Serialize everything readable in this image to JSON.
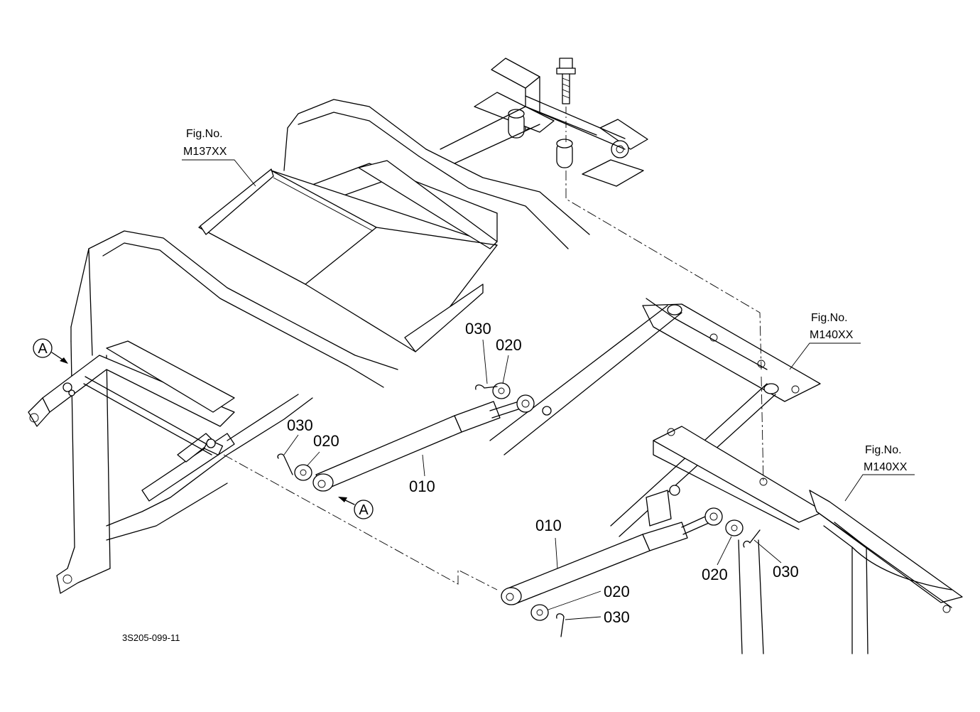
{
  "fig_refs": [
    {
      "line1": "Fig.No.",
      "line2": "M137XX"
    },
    {
      "line1": "Fig.No.",
      "line2": "M140XX"
    },
    {
      "line1": "Fig.No.",
      "line2": "M140XX"
    }
  ],
  "parts": {
    "p010": "010",
    "p020": "020",
    "p030": "030"
  },
  "ref_mark": "A",
  "catalog_id": "3S205-099-11"
}
